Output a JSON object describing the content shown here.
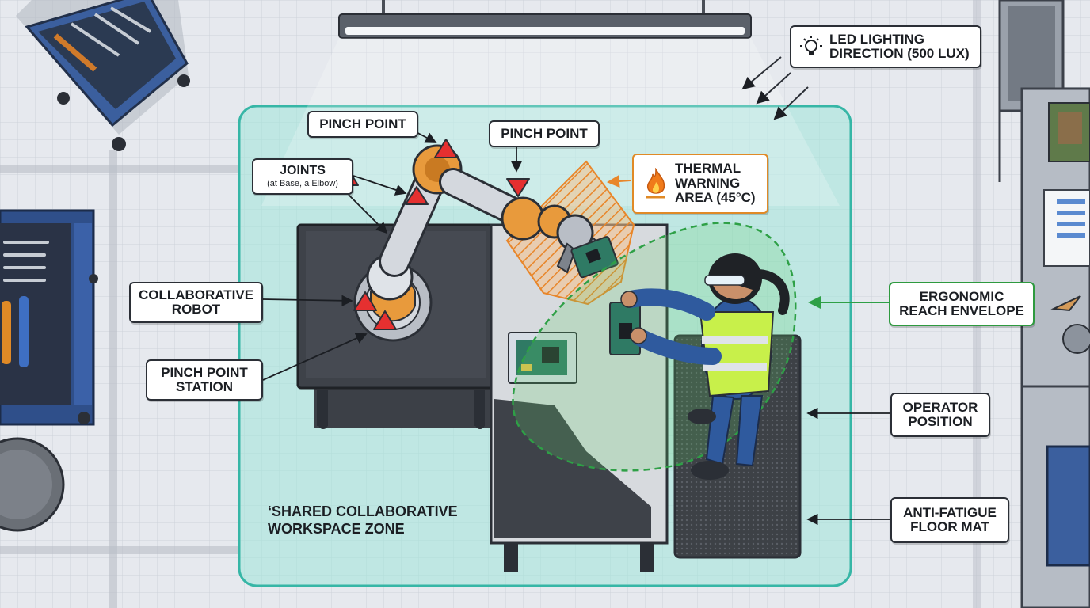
{
  "labels": {
    "led_lighting": "LED LIGHTING DIRECTION (500 LUX)",
    "pinch_point_top": "PINCH POINT",
    "pinch_point_mid": "PINCH POINT",
    "joints": "JOINTS",
    "joints_sub": "(at Base, a Elbow)",
    "thermal": "THERMAL WARNING AREA (45°C)",
    "collab_robot": "COLLABORATIVE ROBOT",
    "pinch_station": "PINCH POINT STATION",
    "ergonomic": "ERGONOMIC REACH ENVELOPE",
    "operator": "OPERATOR POSITION",
    "mat": "ANTI-FATIGUE FLOOR MAT",
    "zone": "‘SHARED COLLABORATIVE WORKSPACE ZONE"
  },
  "icons": [
    "light-bulb-icon",
    "flame-icon",
    "warning-triangle-icon"
  ],
  "colors": {
    "zone_fill": "#9fe6da",
    "zone_border": "#36b6a6",
    "thermal": "#e8862a",
    "reach": "#2ea046",
    "warning": "#e53030",
    "robot_orange": "#e89a3c"
  }
}
